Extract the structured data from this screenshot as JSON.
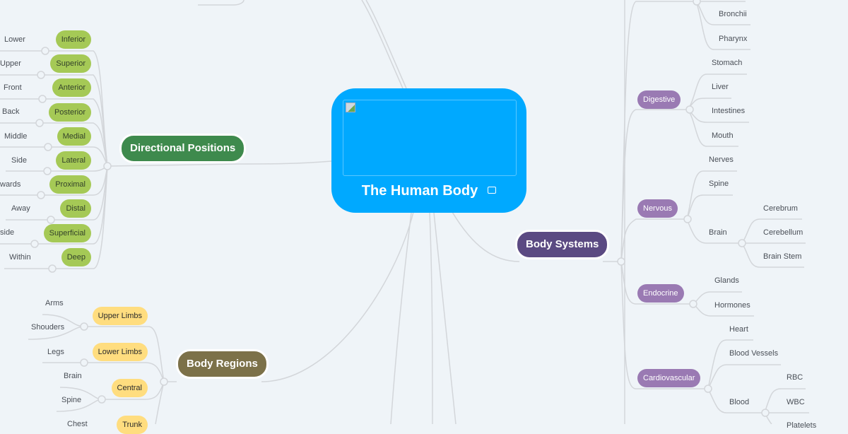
{
  "central": {
    "title": "The Human Body",
    "image_icon": "image-icon"
  },
  "main_topics": {
    "directional": {
      "label": "Directional Positions",
      "color": "#3e8a4d"
    },
    "regions": {
      "label": "Body Regions",
      "color": "#7c7149"
    },
    "systems": {
      "label": "Body Systems",
      "color": "#5b4a82"
    }
  },
  "directional": {
    "items": [
      {
        "label": "Inferior",
        "child": "Lower"
      },
      {
        "label": "Superior",
        "child": "Upper"
      },
      {
        "label": "Anterior",
        "child": "Front"
      },
      {
        "label": "Posterior",
        "child": "Back"
      },
      {
        "label": "Medial",
        "child": "Middle"
      },
      {
        "label": "Lateral",
        "child": "Side"
      },
      {
        "label": "Proximal",
        "child": "wards"
      },
      {
        "label": "Distal",
        "child": "Away"
      },
      {
        "label": "Superficial",
        "child": "side"
      },
      {
        "label": "Deep",
        "child": "Within"
      }
    ]
  },
  "regions": {
    "items": [
      {
        "label": "Upper Limbs",
        "children": [
          "Arms",
          "Shouders"
        ]
      },
      {
        "label": "Lower Limbs",
        "children": [
          "Legs"
        ]
      },
      {
        "label": "Central",
        "children": [
          "Brain",
          "Spine"
        ]
      },
      {
        "label": "Trunk",
        "children": [
          "Chest"
        ]
      }
    ]
  },
  "systems": {
    "respiratory_children": [
      "Bronchii",
      "Pharynx"
    ],
    "digestive": {
      "label": "Digestive",
      "children": [
        "Stomach",
        "Liver",
        "Intestines",
        "Mouth"
      ]
    },
    "nervous": {
      "label": "Nervous",
      "children": [
        "Nerves",
        "Spine",
        "Brain"
      ],
      "brain_children": [
        "Cerebrum",
        "Cerebellum",
        "Brain Stem"
      ]
    },
    "endocrine": {
      "label": "Endocrine",
      "children": [
        "Glands",
        "Hormones"
      ]
    },
    "cardiovascular": {
      "label": "Cardiovascular",
      "children": [
        "Heart",
        "Blood Vessels",
        "Blood"
      ],
      "blood_children": [
        "RBC",
        "WBC",
        "Platelets"
      ]
    }
  }
}
